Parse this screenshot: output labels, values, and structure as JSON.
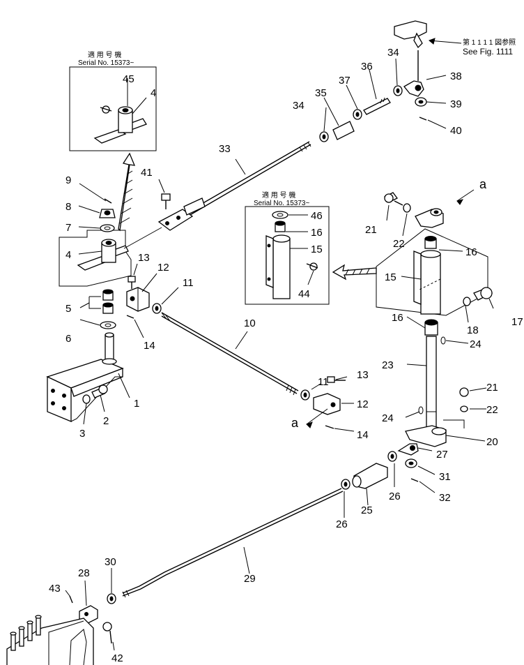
{
  "notes": {
    "applicable_ja_left": "適 用 号 機",
    "serial_left": "Serial No. 15373~",
    "applicable_ja_mid": "適 用 号 機",
    "serial_mid": "Serial No. 15373~",
    "ref_ja": "第 1 1 1 1 図参照",
    "ref_en": "See Fig. 1111"
  },
  "view_markers": {
    "a_top": "a",
    "a_bottom": "a"
  },
  "callouts": {
    "c1": "1",
    "c2": "2",
    "c3": "3",
    "c4a": "4",
    "c4b": "4",
    "c5": "5",
    "c6": "6",
    "c7": "7",
    "c8": "8",
    "c9": "9",
    "c10": "10",
    "c11a": "11",
    "c11b": "11",
    "c12a": "12",
    "c12b": "12",
    "c13a": "13",
    "c13b": "13",
    "c14a": "14",
    "c14b": "14",
    "c15a": "15",
    "c15b": "15",
    "c16a": "16",
    "c16b": "16",
    "c16c": "16",
    "c17": "17",
    "c18": "18",
    "c20": "20",
    "c21a": "21",
    "c21b": "21",
    "c22a": "22",
    "c22b": "22",
    "c23": "23",
    "c24a": "24",
    "c24b": "24",
    "c25": "25",
    "c26a": "26",
    "c26b": "26",
    "c27": "27",
    "c28": "28",
    "c29": "29",
    "c30": "30",
    "c31": "31",
    "c32": "32",
    "c33": "33",
    "c34a": "34",
    "c34b": "34",
    "c35": "35",
    "c36": "36",
    "c37": "37",
    "c38": "38",
    "c39": "39",
    "c40": "40",
    "c41": "41",
    "c42": "42",
    "c43": "43",
    "c44": "44",
    "c45": "45",
    "c46": "46"
  }
}
